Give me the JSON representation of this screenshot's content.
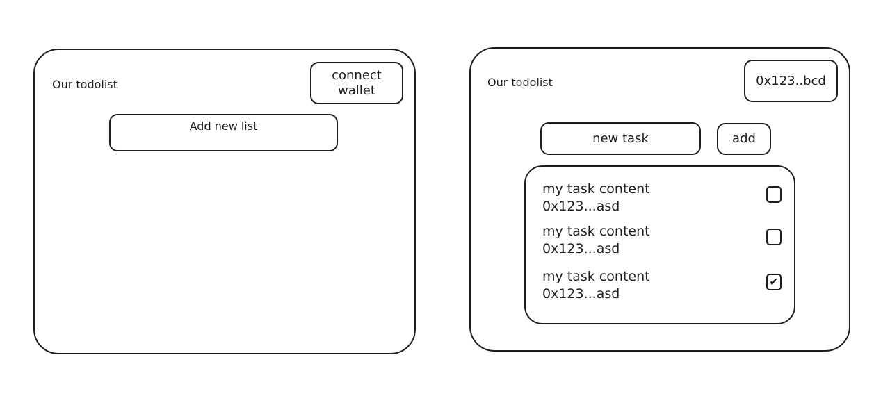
{
  "screen_left": {
    "title": "Our todolist",
    "connect_button": "connect wallet",
    "add_list_button": "Add new list"
  },
  "screen_right": {
    "title": "Our todolist",
    "address_button": "0x123..bcd",
    "new_task_input": "new task",
    "add_button": "add",
    "tasks": [
      {
        "content": "my task content",
        "address": "0x123...asd",
        "checked": false
      },
      {
        "content": "my task content",
        "address": "0x123...asd",
        "checked": false
      },
      {
        "content": "my task content",
        "address": "0x123...asd",
        "checked": true
      }
    ]
  }
}
